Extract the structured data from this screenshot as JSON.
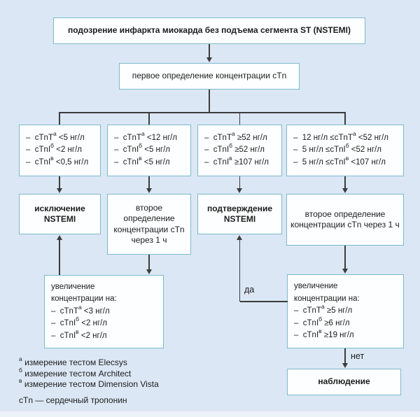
{
  "colors": {
    "canvas_bg": "#dbe7f4",
    "box_bg": "#fdfeff",
    "box_border": "#7cb9cc",
    "line": "#3c3c3c",
    "text": "#1c1c1c",
    "margin_bg": "#edf1f8"
  },
  "flow": {
    "start": "подозрение инфаркта миокарда без подъема сегмента ST (NSTEMI)",
    "first_test": "первое определение концентрации cTn",
    "columns": [
      {
        "criteria": [
          [
            {
              "t": "–  cTnT"
            },
            {
              "s": "а"
            },
            {
              "t": " <5 нг/л"
            }
          ],
          [
            {
              "t": "–  cTnI"
            },
            {
              "s": "б"
            },
            {
              "t": " <2 нг/л"
            }
          ],
          [
            {
              "t": "–  cTnI"
            },
            {
              "s": "в"
            },
            {
              "t": " <0,5 нг/л"
            }
          ]
        ],
        "outcome": "исключение NSTEMI"
      },
      {
        "criteria": [
          [
            {
              "t": "–  cTnT"
            },
            {
              "s": "а"
            },
            {
              "t": " <12 нг/л"
            }
          ],
          [
            {
              "t": "–  cTnI"
            },
            {
              "s": "б"
            },
            {
              "t": " <5 нг/л"
            }
          ],
          [
            {
              "t": "–  cTnI"
            },
            {
              "s": "в"
            },
            {
              "t": " <5 нг/л"
            }
          ]
        ],
        "outcome": "второе определение концентрации cTn через 1 ч"
      },
      {
        "criteria": [
          [
            {
              "t": "–  cTnT"
            },
            {
              "s": "а"
            },
            {
              "t": " ≥52 нг/л"
            }
          ],
          [
            {
              "t": "–  cTnI"
            },
            {
              "s": "б"
            },
            {
              "t": " ≥52 нг/л"
            }
          ],
          [
            {
              "t": "–  cTnI"
            },
            {
              "s": "в"
            },
            {
              "t": " ≥107 нг/л"
            }
          ]
        ],
        "outcome": "подтверждение NSTEMI"
      },
      {
        "criteria": [
          [
            {
              "t": "–  12 нг/л ≤cTnT"
            },
            {
              "s": "а"
            },
            {
              "t": " <52 нг/л"
            }
          ],
          [
            {
              "t": "–  5 нг/л ≤cTnI"
            },
            {
              "s": "б"
            },
            {
              "t": " <52 нг/л"
            }
          ],
          [
            {
              "t": "–  5 нг/л ≤cTnI"
            },
            {
              "s": "в"
            },
            {
              "t": " <107 нг/л"
            }
          ]
        ],
        "outcome": "второе определение концентрации cTn через 1 ч"
      }
    ],
    "delta_low": {
      "lines": [
        [
          {
            "t": "увеличение"
          }
        ],
        [
          {
            "t": "концентрации на:"
          }
        ],
        [
          {
            "t": "–  cTnT"
          },
          {
            "s": "а"
          },
          {
            "t": " <3 нг/л"
          }
        ],
        [
          {
            "t": "–  cTnI"
          },
          {
            "s": "б"
          },
          {
            "t": " <2 нг/л"
          }
        ],
        [
          {
            "t": "–  cTnI"
          },
          {
            "s": "в"
          },
          {
            "t": " <2 нг/л"
          }
        ]
      ]
    },
    "delta_high": {
      "lines": [
        [
          {
            "t": "увеличение"
          }
        ],
        [
          {
            "t": "концентрации на:"
          }
        ],
        [
          {
            "t": "–  cTnT"
          },
          {
            "s": "а"
          },
          {
            "t": " ≥5 нг/л"
          }
        ],
        [
          {
            "t": "–  cTnI"
          },
          {
            "s": "б"
          },
          {
            "t": " ≥6 нг/л"
          }
        ],
        [
          {
            "t": "–  cTnI"
          },
          {
            "s": "в"
          },
          {
            "t": " ≥19 нг/л"
          }
        ]
      ]
    },
    "observation": "наблюдение",
    "edge_labels": {
      "yes": "да",
      "no": "нет"
    }
  },
  "footnotes": {
    "lines": [
      [
        {
          "s": "а"
        },
        {
          "t": " измерение тестом Elecsys"
        }
      ],
      [
        {
          "s": "б"
        },
        {
          "t": " измерение тестом Architect"
        }
      ],
      [
        {
          "s": "в"
        },
        {
          "t": " измерение тестом Dimension Vista"
        }
      ]
    ],
    "abbreviation": "cTn — сердечный тропонин"
  }
}
